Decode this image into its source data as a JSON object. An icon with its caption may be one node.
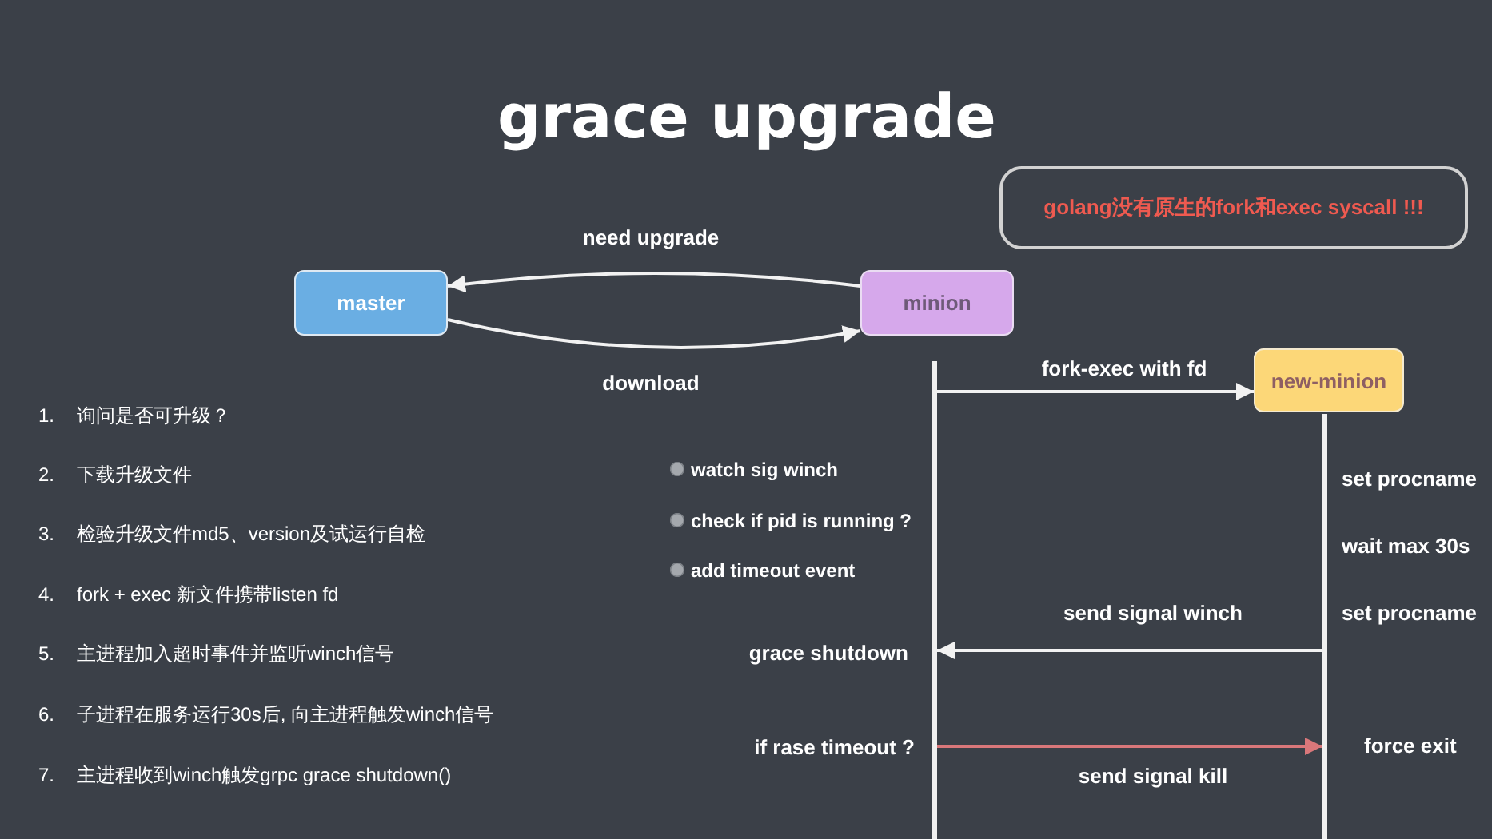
{
  "diagram": {
    "title": "grace upgrade",
    "nodes": [
      {
        "text": [
          "golang没有原生的fork和exec syscall !!!"
        ]
      },
      {
        "text": [
          "master"
        ]
      },
      {
        "text": [
          "minion"
        ]
      },
      {
        "text": [
          "new-minion"
        ]
      },
      {
        "text": [],
        "shape": "bar"
      },
      {
        "text": [],
        "shape": "bar"
      }
    ],
    "edges": [
      {
        "from": 2,
        "to": 1,
        "arrow": "to",
        "label": "need upgrade"
      },
      {
        "from": 1,
        "to": 2,
        "arrow": "to",
        "label": "download"
      },
      {
        "from": 4,
        "to": 3,
        "arrow": "to",
        "label": "fork-exec with fd"
      },
      {
        "from": 5,
        "to": 4,
        "arrow": "to",
        "label": "send signal winch"
      },
      {
        "from": 4,
        "to": 5,
        "arrow": "to",
        "label": "send signal kill",
        "color": "#d9777a"
      }
    ],
    "labels": [
      "1.",
      "询问是否可升级？",
      "2.",
      "下载升级文件",
      "3.",
      "检验升级文件md5、version及试运行自检",
      "4.",
      "fork + exec 新文件携带listen fd",
      "5.",
      "主进程加入超时事件并监听winch信号",
      "6.",
      "子进程在服务运行30s后, 向主进程触发winch信号",
      "7.",
      "主进程收到winch触发grpc grace shutdown()",
      "watch sig winch",
      "check if pid is running ?",
      "add timeout event",
      "set procname",
      "wait max 30s",
      "set procname",
      "grace shutdown",
      "if rase timeout ?",
      "force exit"
    ]
  }
}
